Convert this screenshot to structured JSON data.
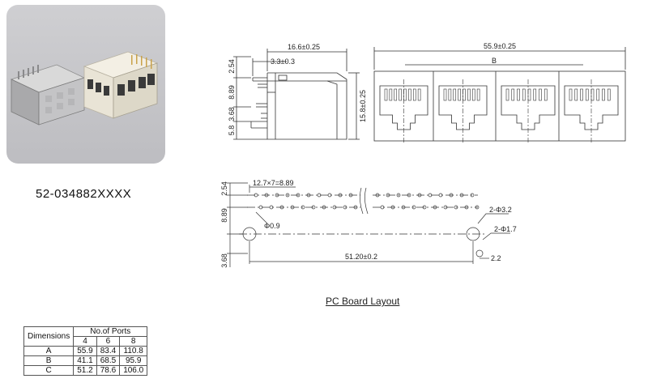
{
  "part_number": "52-034882XXXX",
  "caption": "PC Board Layout",
  "side_view": {
    "dim_length": "16.6±0.25",
    "dim_tab": "3.3±0.3",
    "dim_height": "15.8±0.25",
    "dim_top": "2.54",
    "dim_mid": "8.89",
    "dim_lower": "3.68",
    "dim_bottom": "5.8"
  },
  "front_view": {
    "dim_width": "55.9±0.25",
    "dim_b": "B"
  },
  "board_layout": {
    "dim_top": "2.54",
    "dim_pitch": "12.7×7=8.89",
    "dim_row": "8.89",
    "dim_hole": "Φ0.9",
    "dim_peg": "2-Φ3.2",
    "dim_peg2": "2-Φ1.7",
    "dim_span": "51.20±0.2",
    "dim_offset": "2.2",
    "dim_bottom": "3.68"
  },
  "table": {
    "header_dim": "Dimensions",
    "header_ports": "No.of Ports",
    "ports": [
      "4",
      "6",
      "8"
    ],
    "rows": [
      {
        "label": "A",
        "values": [
          "55.9",
          "83.4",
          "110.8"
        ]
      },
      {
        "label": "B",
        "values": [
          "41.1",
          "68.5",
          "95.9"
        ]
      },
      {
        "label": "C",
        "values": [
          "51.2",
          "78.6",
          "106.0"
        ]
      }
    ]
  }
}
